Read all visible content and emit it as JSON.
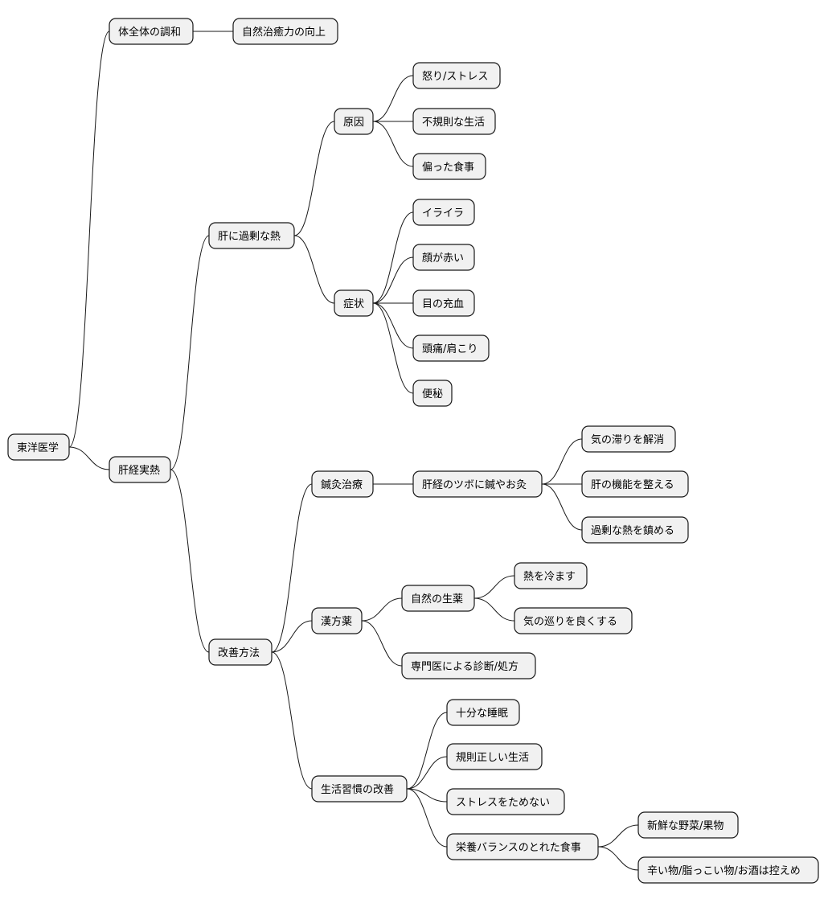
{
  "mindmap": {
    "root": {
      "id": "root",
      "label": "東洋医学",
      "children": [
        {
          "id": "n1",
          "label": "体全体の調和",
          "children": [
            {
              "id": "n1a",
              "label": "自然治癒力の向上"
            }
          ]
        },
        {
          "id": "n2",
          "label": "肝経実熱",
          "children": [
            {
              "id": "n21",
              "label": "肝に過剰な熱",
              "children": [
                {
                  "id": "n211",
                  "label": "原因",
                  "children": [
                    {
                      "id": "n2111",
                      "label": "怒り/ストレス"
                    },
                    {
                      "id": "n2112",
                      "label": "不規則な生活"
                    },
                    {
                      "id": "n2113",
                      "label": "偏った食事"
                    }
                  ]
                },
                {
                  "id": "n212",
                  "label": "症状",
                  "children": [
                    {
                      "id": "n2121",
                      "label": "イライラ"
                    },
                    {
                      "id": "n2122",
                      "label": "顔が赤い"
                    },
                    {
                      "id": "n2123",
                      "label": "目の充血"
                    },
                    {
                      "id": "n2124",
                      "label": "頭痛/肩こり"
                    },
                    {
                      "id": "n2125",
                      "label": "便秘"
                    }
                  ]
                }
              ]
            },
            {
              "id": "n22",
              "label": "改善方法",
              "children": [
                {
                  "id": "n221",
                  "label": "鍼灸治療",
                  "children": [
                    {
                      "id": "n2211",
                      "label": "肝経のツボに鍼やお灸",
                      "children": [
                        {
                          "id": "n22111",
                          "label": "気の滞りを解消"
                        },
                        {
                          "id": "n22112",
                          "label": "肝の機能を整える"
                        },
                        {
                          "id": "n22113",
                          "label": "過剰な熱を鎮める"
                        }
                      ]
                    }
                  ]
                },
                {
                  "id": "n222",
                  "label": "漢方薬",
                  "children": [
                    {
                      "id": "n2221",
                      "label": "自然の生薬",
                      "children": [
                        {
                          "id": "n22211",
                          "label": "熱を冷ます"
                        },
                        {
                          "id": "n22212",
                          "label": "気の巡りを良くする"
                        }
                      ]
                    },
                    {
                      "id": "n2222",
                      "label": "専門医による診断/処方"
                    }
                  ]
                },
                {
                  "id": "n223",
                  "label": "生活習慣の改善",
                  "children": [
                    {
                      "id": "n2231",
                      "label": "十分な睡眠"
                    },
                    {
                      "id": "n2232",
                      "label": "規則正しい生活"
                    },
                    {
                      "id": "n2233",
                      "label": "ストレスをためない"
                    },
                    {
                      "id": "n2234",
                      "label": "栄養バランスのとれた食事",
                      "children": [
                        {
                          "id": "n22341",
                          "label": "新鮮な野菜/果物"
                        },
                        {
                          "id": "n22342",
                          "label": "辛い物/脂っこい物/お酒は控えめ"
                        }
                      ]
                    }
                  ]
                }
              ]
            }
          ]
        }
      ]
    }
  }
}
